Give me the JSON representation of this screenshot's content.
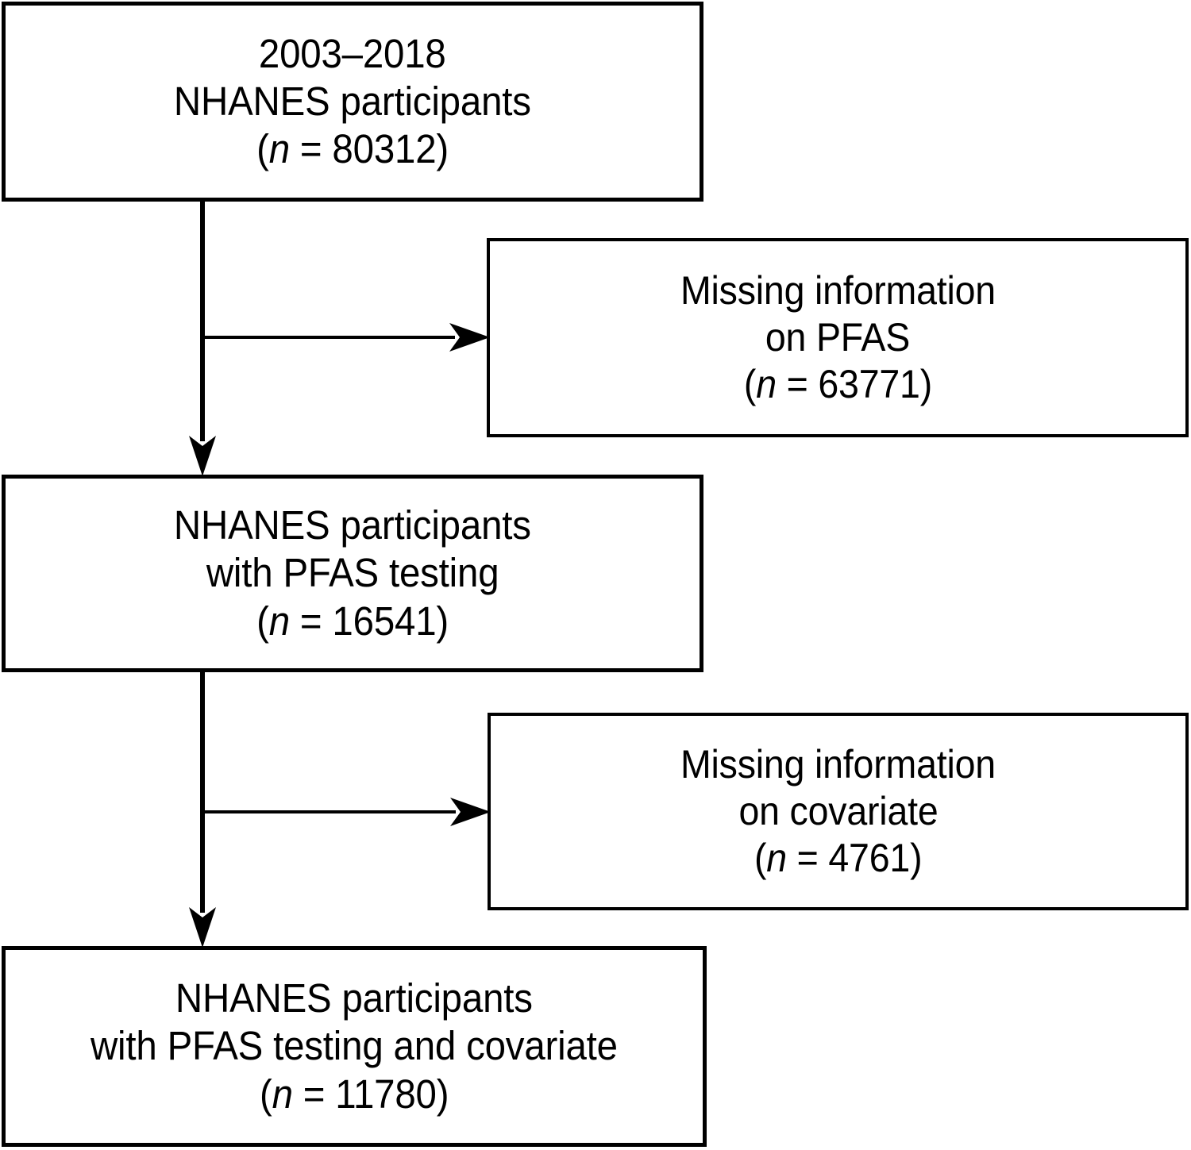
{
  "figure": {
    "type": "participant-flow-diagram",
    "title": "NHANES PFAS study participant selection flowchart",
    "line_color": "#000000",
    "background_color": "#ffffff"
  },
  "nodes": [
    {
      "id": "source",
      "role": "inclusion",
      "column": "left",
      "lines": [
        "2003–2018",
        "NHANES participants"
      ],
      "count_prefix": "(",
      "count_italic": "n",
      "count_equals": " = ",
      "count_value": "80312",
      "count_suffix": ")",
      "n": 80312
    },
    {
      "id": "excluded-pfas",
      "role": "exclusion",
      "column": "right",
      "lines": [
        "Missing information",
        "on PFAS"
      ],
      "count_prefix": "(",
      "count_italic": "n",
      "count_equals": " = ",
      "count_value": "63771",
      "count_suffix": ")",
      "n": 63771
    },
    {
      "id": "pfas-tested",
      "role": "inclusion",
      "column": "left",
      "lines": [
        "NHANES participants",
        "with PFAS testing"
      ],
      "count_prefix": "(",
      "count_italic": "n",
      "count_equals": " = ",
      "count_value": "16541",
      "count_suffix": ")",
      "n": 16541
    },
    {
      "id": "excluded-covariate",
      "role": "exclusion",
      "column": "right",
      "lines": [
        "Missing information",
        "on covariate"
      ],
      "count_prefix": "(",
      "count_italic": "n",
      "count_equals": " = ",
      "count_value": "4761",
      "count_suffix": ")",
      "n": 4761
    },
    {
      "id": "final-cohort",
      "role": "inclusion",
      "column": "left",
      "lines": [
        "NHANES participants",
        "with PFAS testing and covariate"
      ],
      "count_prefix": "(",
      "count_italic": "n",
      "count_equals": " = ",
      "count_value": "11780",
      "count_suffix": ")",
      "n": 11780
    }
  ],
  "edges": [
    {
      "id": "source-to-pfas-tested",
      "from": "source",
      "to": "pfas-tested",
      "direction": "down",
      "arrowhead": "filled-concave"
    },
    {
      "id": "source-to-excl-pfas",
      "from": "source",
      "to": "excluded-pfas",
      "direction": "right",
      "arrowhead": "filled-concave"
    },
    {
      "id": "pfas-to-final",
      "from": "pfas-tested",
      "to": "final-cohort",
      "direction": "down",
      "arrowhead": "filled-concave"
    },
    {
      "id": "pfas-to-excl-covariate",
      "from": "pfas-tested",
      "to": "excluded-covariate",
      "direction": "right",
      "arrowhead": "filled-concave"
    }
  ]
}
